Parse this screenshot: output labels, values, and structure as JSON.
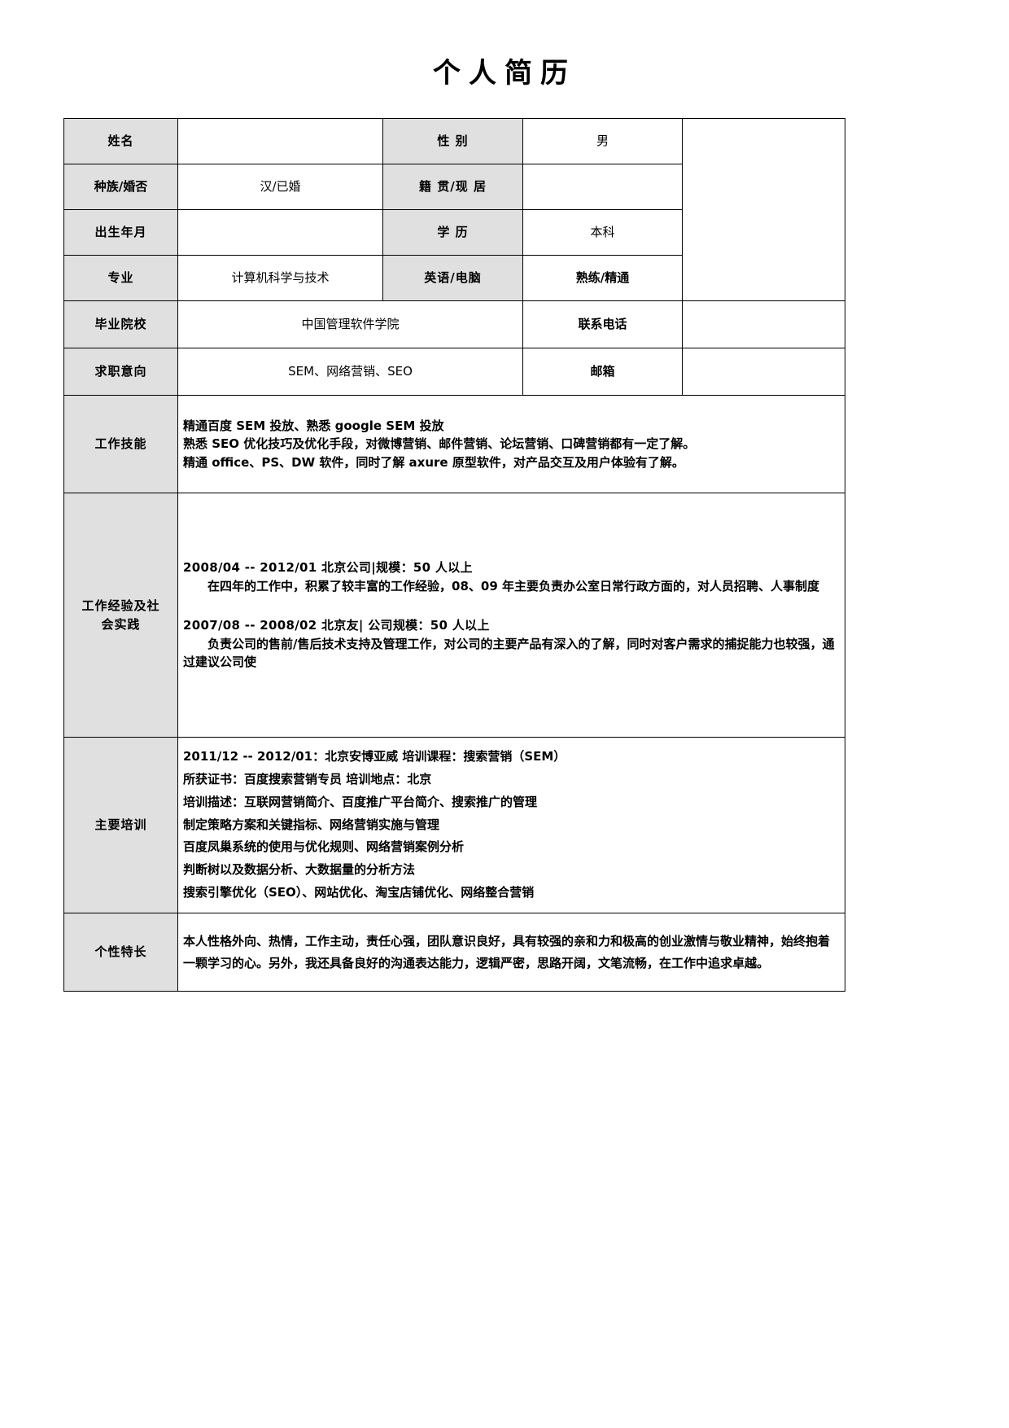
{
  "document": {
    "title": "个人简历"
  },
  "info": {
    "name_label": "姓名",
    "name_value": "",
    "gender_label": "性 别",
    "gender_value": "男",
    "ethnicity_marriage_label": "种族/婚否",
    "ethnicity_marriage_value": "汉/已婚",
    "origin_residence_label": "籍 贯/现 居",
    "origin_residence_value": "",
    "birth_label": "出生年月",
    "birth_value": "",
    "education_label": "学 历",
    "education_value": "本科",
    "major_label": "专业",
    "major_value": "计算机科学与技术",
    "english_computer_label": "英语/电脑",
    "english_computer_value": "熟练/精通",
    "school_label": "毕业院校",
    "school_value": "中国管理软件学院",
    "phone_label": "联系电话",
    "phone_value": "",
    "objective_label": "求职意向",
    "objective_value": "SEM、网络营销、SEO",
    "email_label": "邮箱",
    "email_value": "",
    "photo_value": ""
  },
  "skills": {
    "label": "工作技能",
    "lines": [
      "精通百度 SEM 投放、熟悉 google SEM 投放",
      "熟悉 SEO 优化技巧及优化手段，对微博营销、邮件营销、论坛营销、口碑营销都有一定了解。",
      "精通 office、PS、DW 软件，同时了解 axure 原型软件，对产品交互及用户体验有了解。"
    ]
  },
  "experience": {
    "label_line1": "工作经验及社",
    "label_line2": "会实践",
    "jobs": [
      {
        "header": "2008/04 -- 2012/01  北京公司|规模：50 人以上",
        "body": "在四年的工作中，积累了较丰富的工作经验，08、09 年主要负责办公室日常行政方面的，对人员招聘、人事制度"
      },
      {
        "header": "2007/08 -- 2008/02  北京友|  公司规模：50 人以上",
        "body": "负责公司的售前/售后技术支持及管理工作，对公司的主要产品有深入的了解，同时对客户需求的捕捉能力也较强，通过建议公司使"
      }
    ]
  },
  "training": {
    "label": "主要培训",
    "lines": [
      "2011/12 -- 2012/01：北京安博亚威  培训课程：搜索营销（SEM）",
      "所获证书：百度搜索营销专员  培训地点：北京",
      "培训描述：互联网营销简介、百度推广平台简介、搜索推广的管理",
      "制定策略方案和关键指标、网络营销实施与管理",
      "百度凤巢系统的使用与优化规则、网络营销案例分析",
      "判断树以及数据分析、大数据量的分析方法",
      "搜索引擎优化（SEO）、网站优化、淘宝店铺优化、网络整合营销"
    ]
  },
  "personality": {
    "label": "个性特长",
    "text": "本人性格外向、热情，工作主动，责任心强，团队意识良好，具有较强的亲和力和极高的创业激情与敬业精神，始终抱着一颗学习的心。另外，我还具备良好的沟通表达能力，逻辑严密，思路开阔，文笔流畅，在工作中追求卓越。"
  }
}
